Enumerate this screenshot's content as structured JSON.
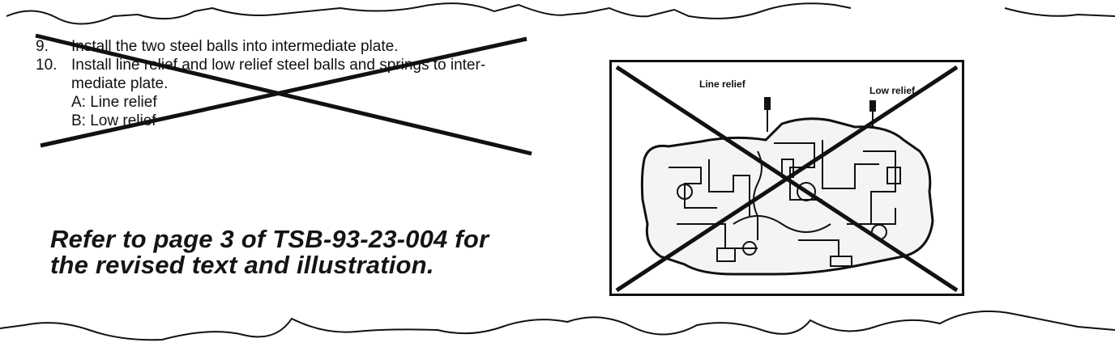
{
  "steps": [
    {
      "number": "9.",
      "text": "Install the two steel balls into intermediate plate."
    },
    {
      "number": "10.",
      "text": "Install line relief and low relief steel balls and springs to inter-",
      "text2": "mediate plate.",
      "items": [
        "A: Line relief",
        "B: Low relief"
      ]
    }
  ],
  "notice": {
    "line1": "Refer to page 3 of TSB-93-23-004 for",
    "line2": "the revised text and illustration."
  },
  "figure": {
    "label_line_relief": "Line relief",
    "label_low_relief": "Low relief",
    "caption": ""
  },
  "colors": {
    "ink": "#111111",
    "paper": "#ffffff"
  }
}
